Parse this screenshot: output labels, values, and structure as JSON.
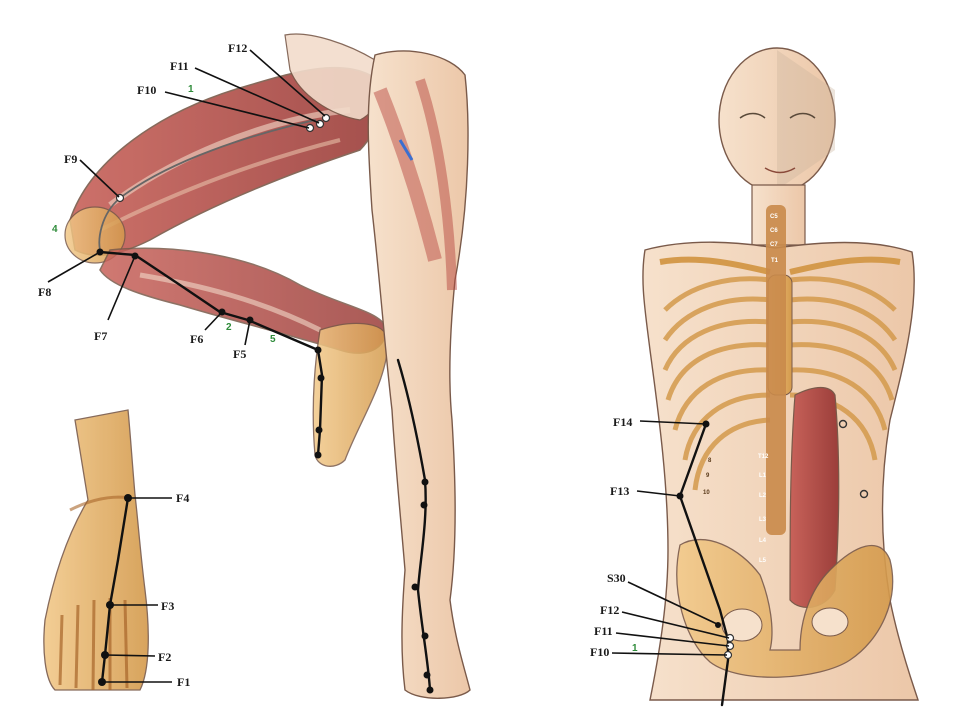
{
  "leg_lateral": {
    "points": {
      "F12": "F12",
      "F11": "F11",
      "F10": "F10",
      "F9": "F9",
      "F8": "F8",
      "F7": "F7",
      "F6": "F6",
      "F5": "F5"
    },
    "numbers": {
      "n1": "1",
      "n2": "2",
      "n4": "4",
      "n5": "5"
    }
  },
  "foot_dorsal": {
    "points": {
      "F4": "F4",
      "F3": "F3",
      "F2": "F2",
      "F1": "F1"
    }
  },
  "torso_anterior": {
    "points": {
      "F14": "F14",
      "F13": "F13",
      "S30": "S30",
      "F12": "F12",
      "F11": "F11",
      "F10": "F10"
    },
    "numbers": {
      "n1": "1"
    },
    "vertebrae": [
      "C5",
      "C6",
      "C7",
      "T1",
      "T12",
      "L1",
      "L2",
      "L3",
      "L4",
      "L5"
    ],
    "ribs": [
      "8",
      "9",
      "10"
    ]
  },
  "colors": {
    "skin": "#f3d6bd",
    "bone": "#e6b46a",
    "muscle": "#b9504a",
    "outline": "#7a5a4a",
    "number_green": "#2e8b3a",
    "meridian_line": "#111111"
  },
  "icons": [
    "skeleton-illustration",
    "muscle-illustration"
  ]
}
